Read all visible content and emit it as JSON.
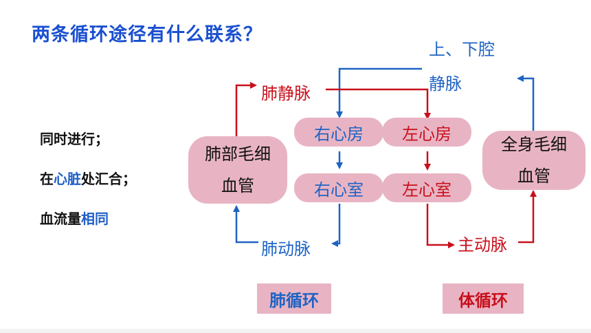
{
  "title": "两条循环途径有什么联系？",
  "side_notes": {
    "line1": "同时进行；",
    "line2_pre": "在",
    "line2_hl": "心脏",
    "line2_post": "处汇合；",
    "line3_pre": "血流量",
    "line3_hl": "相同"
  },
  "nodes": {
    "vena_cava_line1": "上、下腔",
    "vena_cava_line2": "静脉",
    "pulmonary_vein": "肺静脉",
    "pulmonary_artery": "肺动脉",
    "aorta": "主动脉",
    "right_atrium": "右心房",
    "right_ventricle": "右心室",
    "left_atrium": "左心房",
    "left_ventricle": "左心室",
    "lung_capillaries_line1": "肺部毛细",
    "lung_capillaries_line2": "血管",
    "body_capillaries_line1": "全身毛细",
    "body_capillaries_line2": "血管"
  },
  "legend": {
    "pulmonary_circulation": "肺循环",
    "systemic_circulation": "体循环"
  },
  "colors": {
    "venous_blue": "#1e63c4",
    "arterial_red": "#c8101c",
    "node_pink": "#e8b4c3",
    "title_blue": "#1a4fd0"
  }
}
